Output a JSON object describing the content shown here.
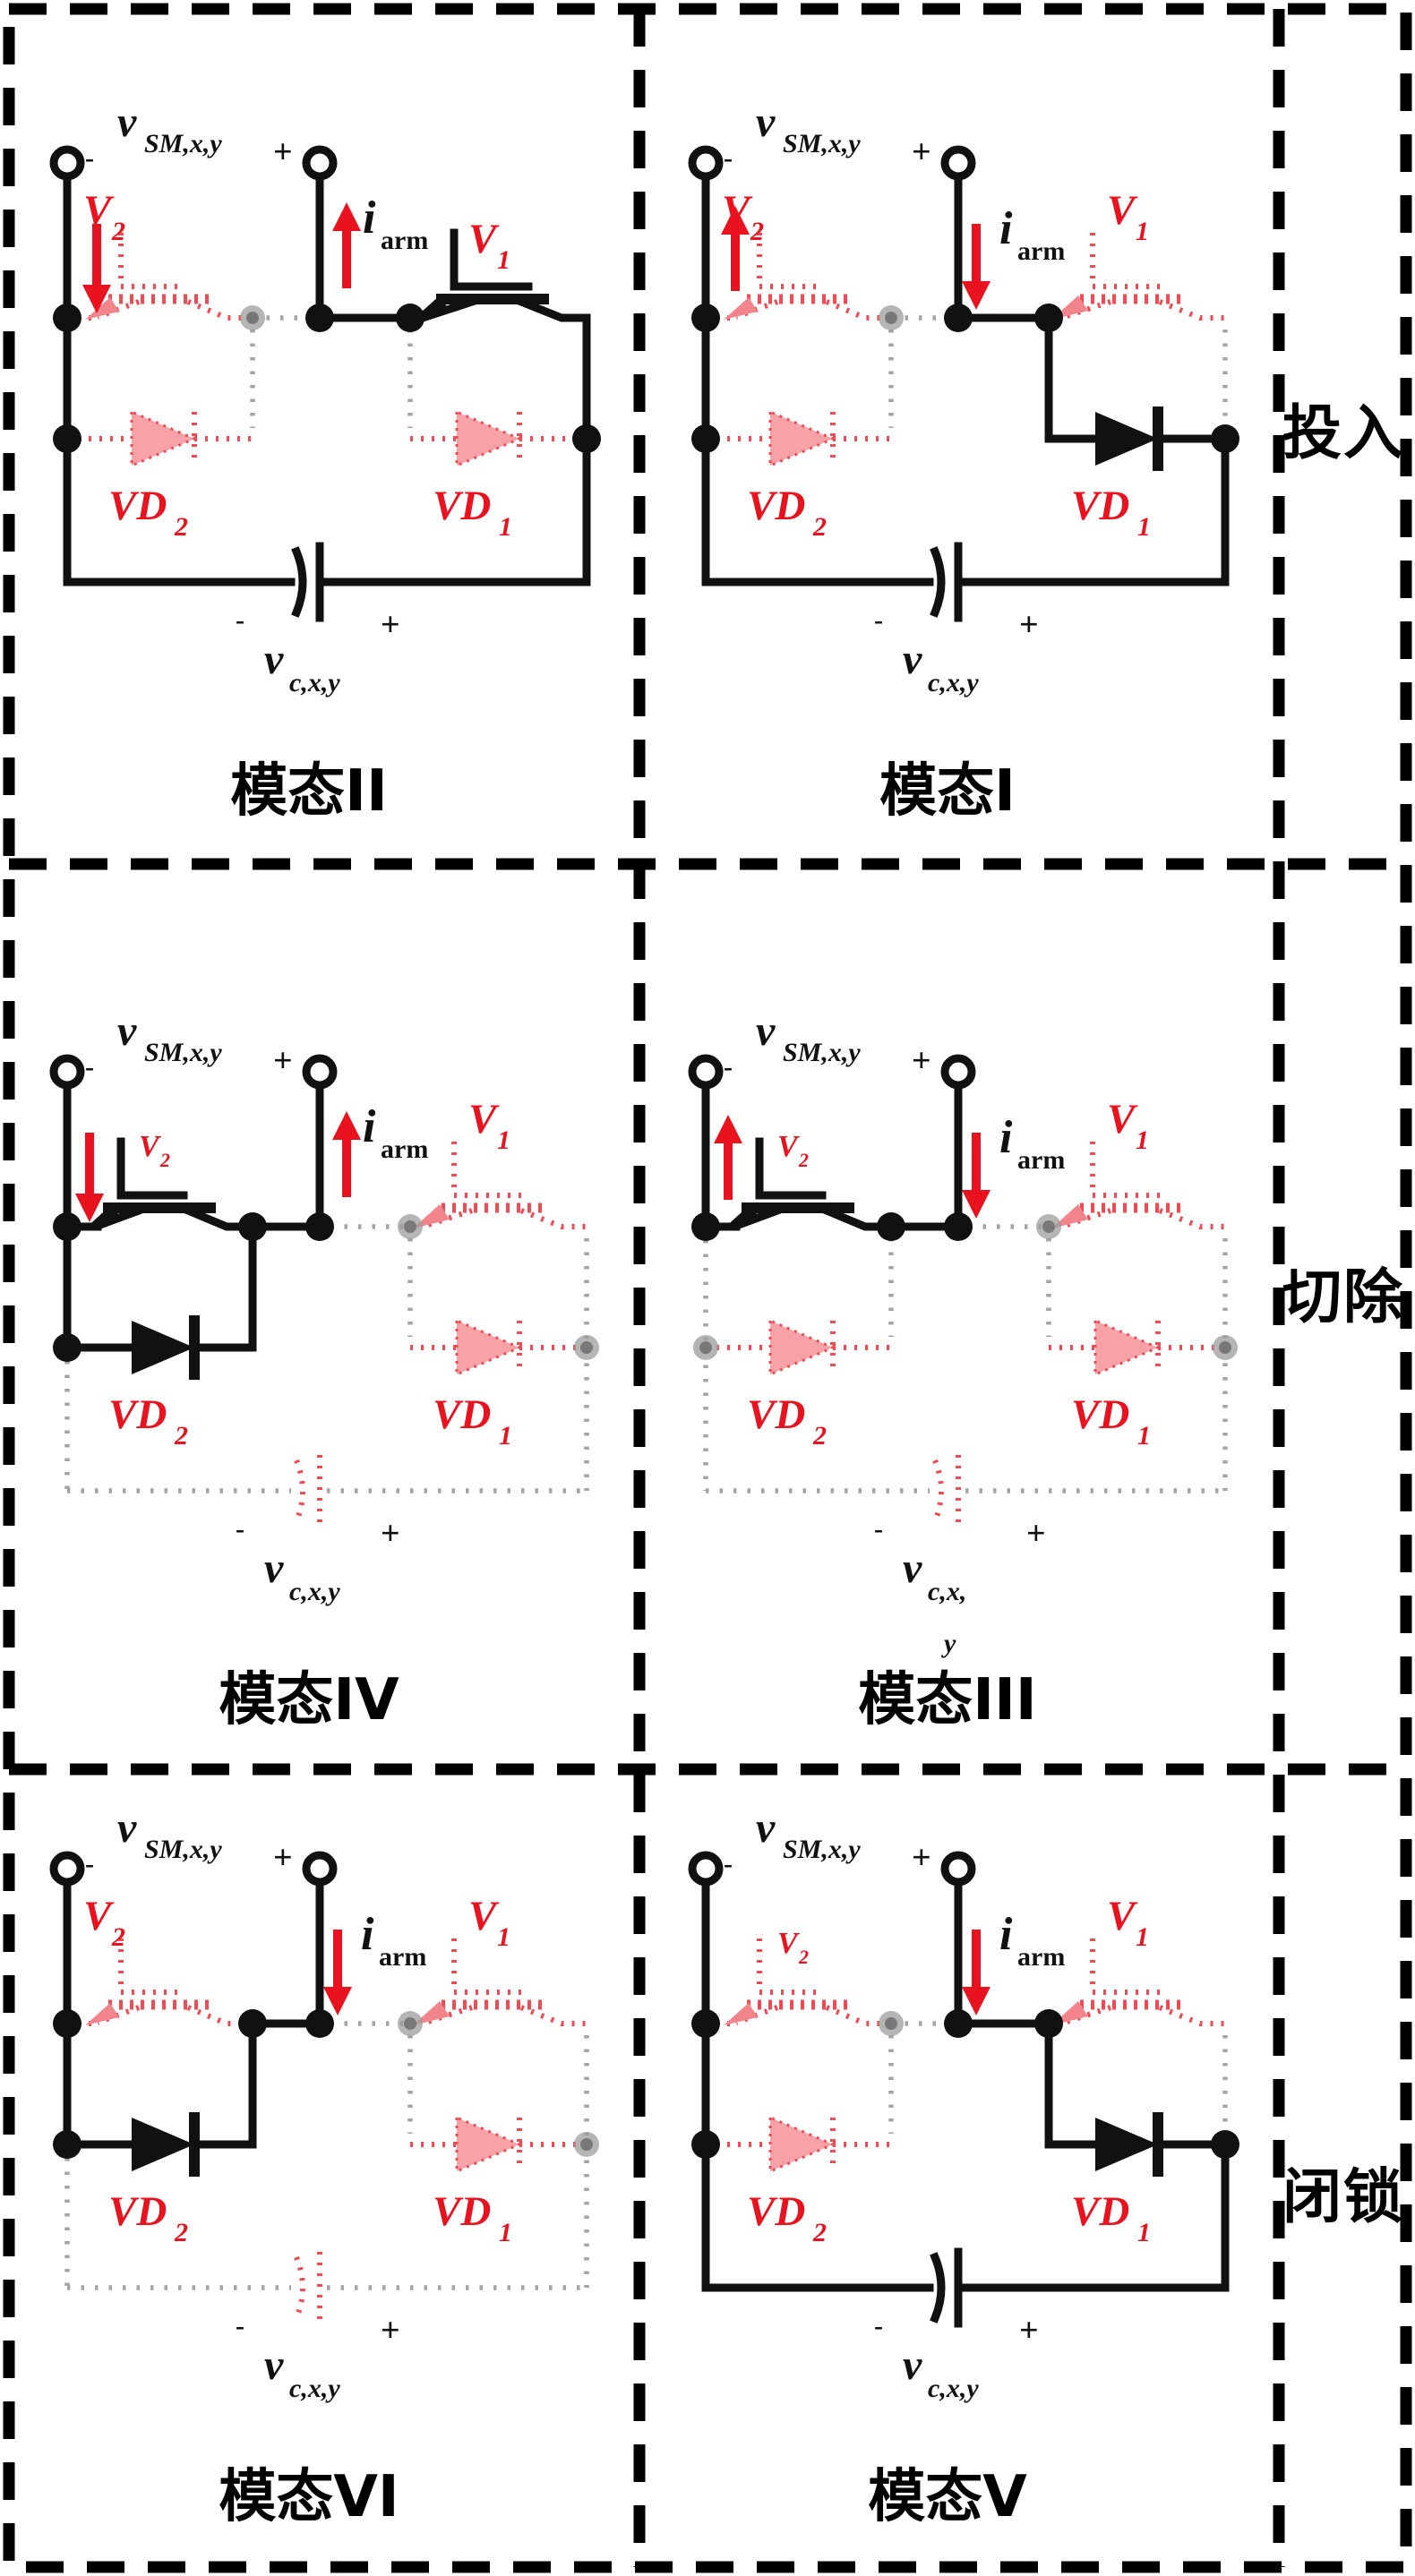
{
  "colors": {
    "active_path": "#111111",
    "inactive_component_red": "#ef4b55",
    "label_red": "#e8131f",
    "inactive_wire_gray": "#a4a4a4"
  },
  "side_labels": [
    {
      "text": "投入"
    },
    {
      "text": "切除"
    },
    {
      "text": "闭锁"
    }
  ],
  "labels": {
    "vsm_main": "v",
    "vsm_sub": "SM,x,y",
    "iarm_main": "i",
    "iarm_sub": "arm",
    "v1_main": "V",
    "v1_sub": "1",
    "v2_main": "V",
    "v2_sub": "2",
    "vd1_main": "VD",
    "vd1_sub": "1",
    "vd2_main": "VD",
    "vd2_sub": "2",
    "vc_main": "v",
    "vc_sub": "c,x,y",
    "vc_sub_line1": "c,x,",
    "vc_sub_line2": "y",
    "plus": "+",
    "minus": "-"
  },
  "modes": [
    {
      "title": "模态II"
    },
    {
      "title": "模态I"
    },
    {
      "title": "模态IV"
    },
    {
      "title": "模态III"
    },
    {
      "title": "模态VI"
    },
    {
      "title": "模态V"
    }
  ]
}
